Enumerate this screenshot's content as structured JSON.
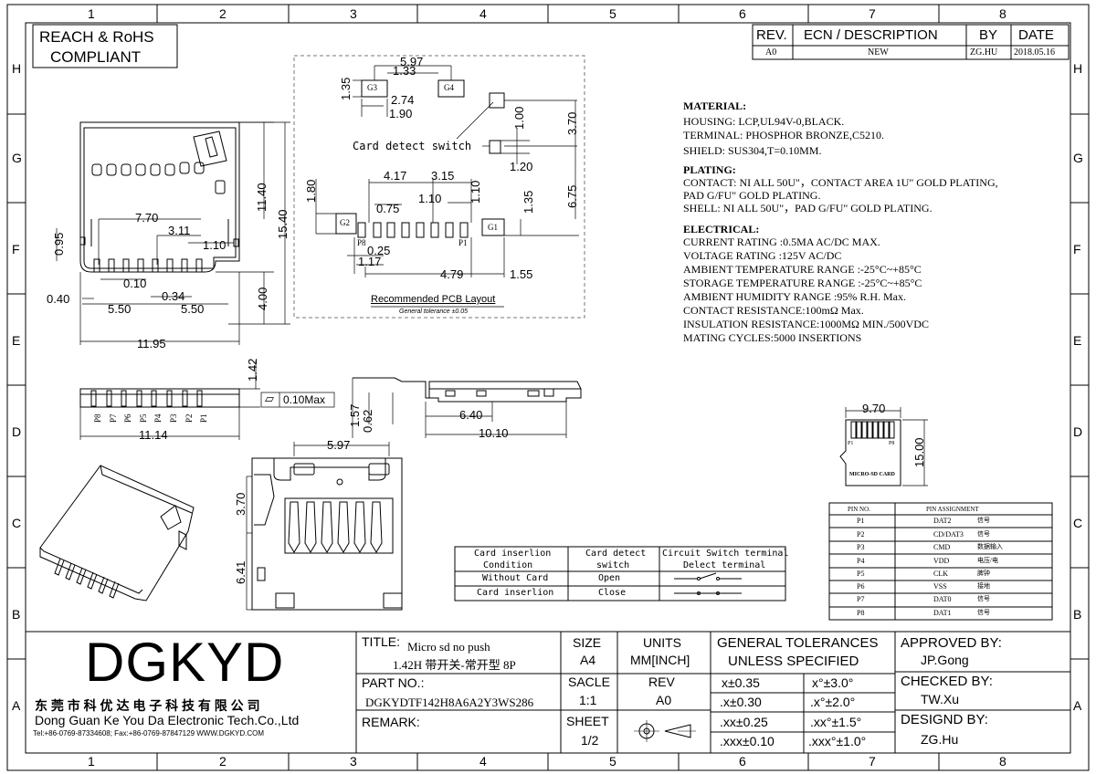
{
  "compliance": [
    "REACH & RoHS",
    "COMPLIANT"
  ],
  "border": {
    "columns": [
      "1",
      "2",
      "3",
      "4",
      "5",
      "6",
      "7",
      "8"
    ],
    "rows": [
      "H",
      "G",
      "F",
      "E",
      "D",
      "C",
      "B",
      "A"
    ]
  },
  "revision_table": {
    "headers": [
      "REV.",
      "ECN / DESCRIPTION",
      "BY",
      "DATE"
    ],
    "row": [
      "A0",
      "NEW",
      "ZG.HU",
      "2018.05.16"
    ]
  },
  "pcb_layout": {
    "title": "Recommended PCB Layout",
    "tolerance": "General tolerance ±0.05",
    "switch_label": "Card detect switch",
    "pad_labels": [
      "G3",
      "G4",
      "G2",
      "G1",
      "P8",
      "P1"
    ],
    "dims": [
      "5.97",
      "1.33",
      "2.74",
      "1.90",
      "1.35",
      "1.00",
      "3.70",
      "1.20",
      "6.75",
      "4.17",
      "3.15",
      "1.10",
      "1.10",
      "1.80",
      "0.75",
      "1.35",
      "0.25",
      "1.17",
      "4.79",
      "1.55"
    ]
  },
  "top_view_dims": [
    "11.40",
    "15.40",
    "7.70",
    "3.11",
    "1.10",
    "0.95",
    "0.10",
    "0.34",
    "0.40",
    "5.50",
    "5.50",
    "4.00",
    "11.95"
  ],
  "front_view": {
    "pins": [
      "P8",
      "P7",
      "P6",
      "P5",
      "P4",
      "P3",
      "P2",
      "P1"
    ],
    "dims": [
      "1.42",
      "11.14"
    ],
    "flatness": "0.10Max"
  },
  "side_view_dims": [
    "1.57",
    "0.62",
    "6.40",
    "10.10"
  ],
  "bottom_view_dims": [
    "5.97",
    "3.70",
    "6.41"
  ],
  "card": {
    "dims": [
      "9.70",
      "15.00"
    ],
    "label": "MICRO-SD CARD",
    "pin_left": "P1",
    "pin_right": "P8"
  },
  "specs": {
    "material_header": "MATERIAL:",
    "material": [
      "HOUSING: LCP,UL94V-0,BLACK.",
      "TERMINAL: PHOSPHOR BRONZE,C5210.",
      "SHIELD: SUS304,T=0.10MM."
    ],
    "plating_header": "PLATING:",
    "plating": [
      "CONTACT: NI ALL 50U\"，CONTACT AREA 1U\" GOLD PLATING,",
      "PAD G/FU\" GOLD PLATING.",
      " SHELL: NI ALL 50U\"，PAD G/FU\" GOLD PLATING."
    ],
    "electrical_header": "ELECTRICAL:",
    "electrical": [
      "CURRENT RATING :0.5MA AC/DC MAX.",
      "VOLTAGE RATING :125V AC/DC",
      "AMBIENT TEMPERATURE RANGE :-25°C~+85°C",
      "STORAGE TEMPERATURE RANGE :-25°C~+85°C",
      "AMBIENT HUMIDITY RANGE :95% R.H. Max.",
      "CONTACT RESISTANCE:100mΩ  Max.",
      "INSULATION RESISTANCE:1000MΩ  MIN./500VDC",
      "MATING CYCLES:5000 INSERTIONS"
    ]
  },
  "pin_table": {
    "headers": [
      "PIN NO.",
      "PIN ASSIGNMENT"
    ],
    "rows": [
      [
        "P1",
        "DAT2",
        "信号"
      ],
      [
        "P2",
        "CD/DAT3",
        "信号"
      ],
      [
        "P3",
        "CMD",
        "数据输入"
      ],
      [
        "P4",
        "VDD",
        "电压/电"
      ],
      [
        "P5",
        "CLK",
        "脾钟"
      ],
      [
        "P6",
        "VSS",
        "接地"
      ],
      [
        "P7",
        "DAT0",
        "信号"
      ],
      [
        "P8",
        "DAT1",
        "信号"
      ]
    ]
  },
  "switch_table": {
    "headers": [
      [
        "Card inserlion",
        "Condition"
      ],
      [
        "Card detect",
        "switch"
      ],
      [
        "Circuit Switch terminal",
        "Delect terminal"
      ]
    ],
    "rows": [
      [
        "Without Card",
        "Open"
      ],
      [
        "Card inserlion",
        "Close"
      ]
    ]
  },
  "title_block": {
    "company_logo": "DGKYD",
    "company_cn": "东 莞 市 科 优 达 电 子 科 技 有 限 公 司",
    "company_en": "Dong Guan Ke You Da Electronic Tech.Co.,Ltd",
    "contact": "Tel:+86-0769-87334608; Fax:+86-0769-87847129  WWW.DGKYD.COM",
    "title_label": "TITLE:",
    "title_line1": "Micro sd no push",
    "title_line2": "1.42H 带开关-常开型 8P",
    "part_label": "PART NO.:",
    "part_no": "DGKYDTF142H8A6A2Y3WS286",
    "remark_label": "REMARK:",
    "size_label": "SIZE",
    "size_value": "A4",
    "units_label": "UNITS",
    "units_value": "MM[INCH]",
    "scale_label": "SACLE",
    "scale_value": "1:1",
    "rev_label": "REV",
    "rev_value": "A0",
    "sheet_label": "SHEET",
    "sheet_value": "1/2",
    "tol_header": [
      "GENERAL TOLERANCES",
      "UNLESS SPECIFIED"
    ],
    "tolerances": [
      [
        "x±0.35",
        "x°±3.0°"
      ],
      [
        ".x±0.30",
        ".x°±2.0°"
      ],
      [
        ".xx±0.25",
        ".xx°±1.5°"
      ],
      [
        ".xxx±0.10",
        ".xxx°±1.0°"
      ]
    ],
    "approved_label": "APPROVED BY:",
    "approved_by": "JP.Gong",
    "checked_label": "CHECKED BY:",
    "checked_by": "TW.Xu",
    "designed_label": "DESIGND BY:",
    "designed_by": "ZG.Hu"
  }
}
